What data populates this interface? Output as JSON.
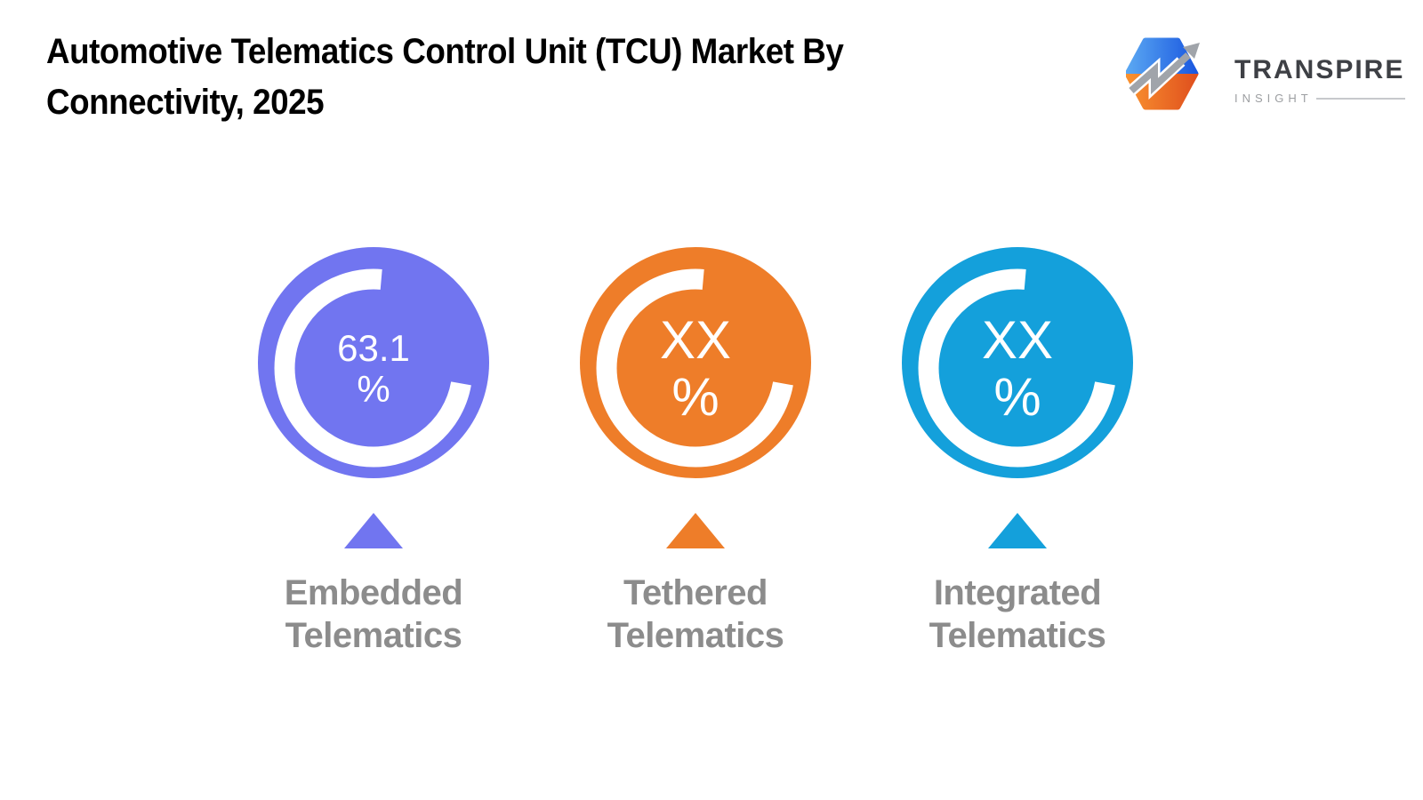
{
  "title": {
    "line1": "Automotive Telematics Control Unit (TCU) Market By",
    "line2": "Connectivity, 2025"
  },
  "logo": {
    "brand": "TRANSPIRE",
    "tagline": "INSIGHT"
  },
  "chart_data": {
    "type": "pie",
    "title": "Automotive Telematics Control Unit (TCU) Market By Connectivity, 2025",
    "categories": [
      "Embedded Telematics",
      "Tethered Telematics",
      "Integrated Telematics"
    ],
    "values": [
      "63.1",
      "XX",
      "XX"
    ],
    "unit": "%",
    "colors": [
      "#7175F0",
      "#EE7D29",
      "#14A0DB"
    ],
    "legend_position": "below-each-gauge",
    "grid": false
  },
  "segments": [
    {
      "name": "Embedded Telematics",
      "label_line1": "Embedded",
      "label_line2": "Telematics",
      "value": "63.1",
      "unit": "%",
      "color": "#7175F0"
    },
    {
      "name": "Tethered Telematics",
      "label_line1": "Tethered",
      "label_line2": "Telematics",
      "value": "XX",
      "unit": "%",
      "color": "#EE7D29"
    },
    {
      "name": "Integrated Telematics",
      "label_line1": "Integrated",
      "label_line2": "Telematics",
      "value": "XX",
      "unit": "%",
      "color": "#14A0DB"
    }
  ]
}
